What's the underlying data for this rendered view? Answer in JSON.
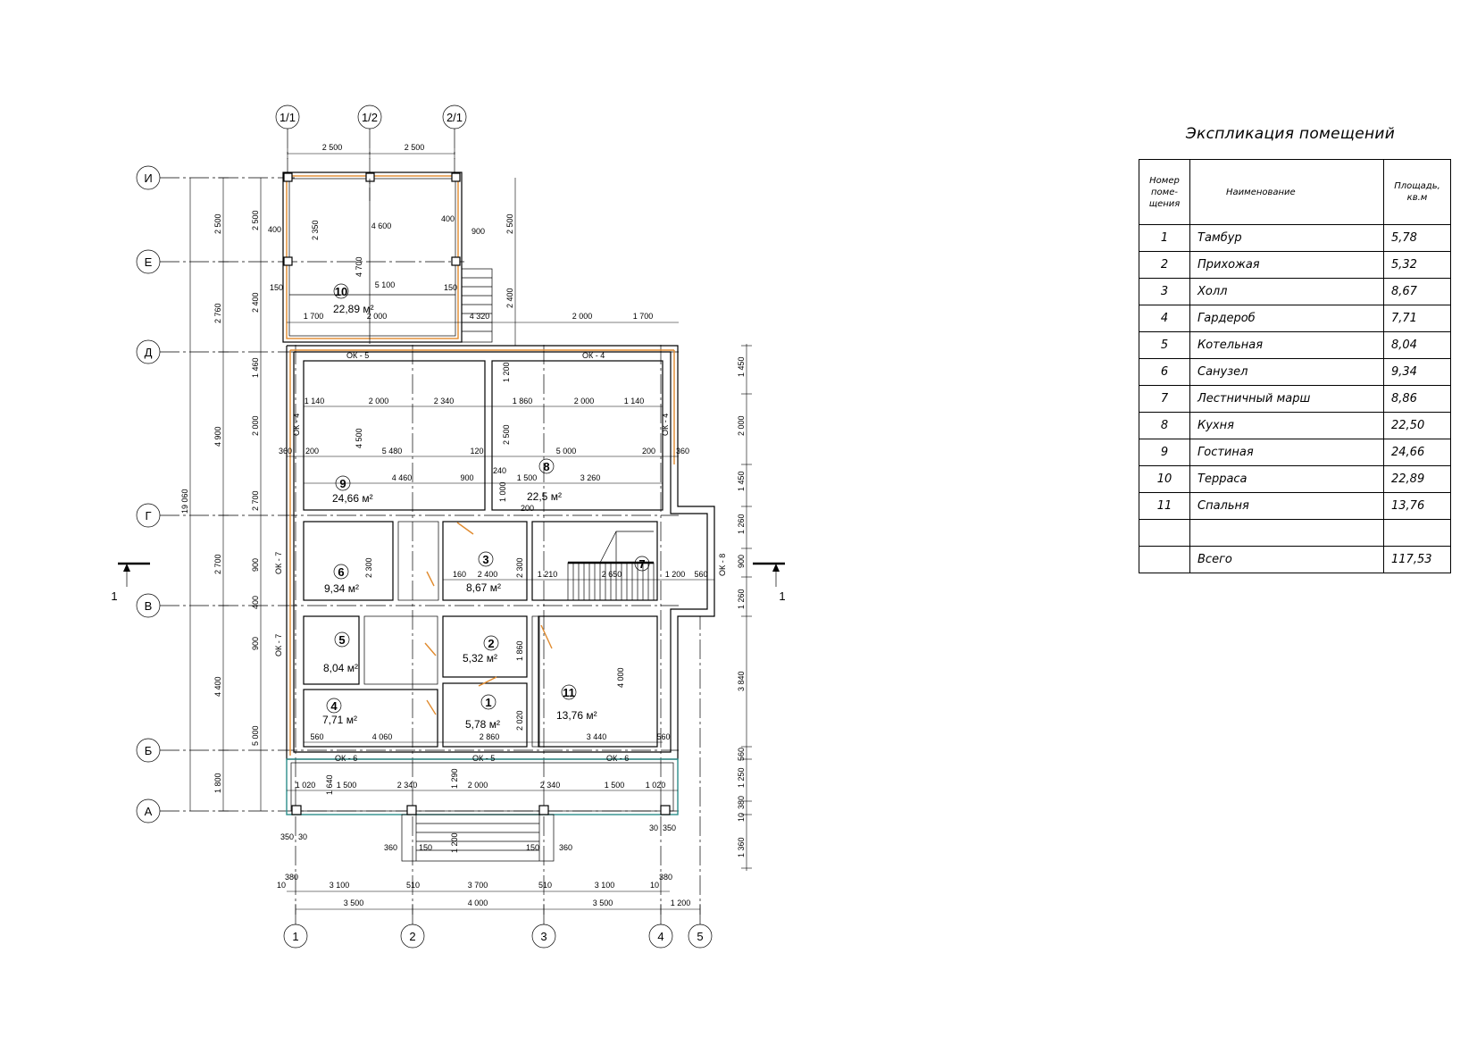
{
  "explication": {
    "title": "Экспликация помещений",
    "headers": {
      "number": "Номер поме-щения",
      "name": "Наименование",
      "area": "Площадь, кв.м"
    },
    "rooms": [
      {
        "num": "1",
        "name": "Тамбур",
        "area": "5,78"
      },
      {
        "num": "2",
        "name": "Прихожая",
        "area": "5,32"
      },
      {
        "num": "3",
        "name": "Холл",
        "area": "8,67"
      },
      {
        "num": "4",
        "name": "Гардероб",
        "area": "7,71"
      },
      {
        "num": "5",
        "name": "Котельная",
        "area": "8,04"
      },
      {
        "num": "6",
        "name": "Санузел",
        "area": "9,34"
      },
      {
        "num": "7",
        "name": "Лестничный марш",
        "area": "8,86"
      },
      {
        "num": "8",
        "name": "Кухня",
        "area": "22,50"
      },
      {
        "num": "9",
        "name": "Гостиная",
        "area": "24,66"
      },
      {
        "num": "10",
        "name": "Терраса",
        "area": "22,89"
      },
      {
        "num": "11",
        "name": "Спальня",
        "area": "13,76"
      }
    ],
    "total_label": "Всего",
    "total_area": "117,53"
  },
  "plan": {
    "top_axes": [
      "1/1",
      "1/2",
      "2/1"
    ],
    "bottom_axes": [
      "1",
      "2",
      "3",
      "4",
      "5"
    ],
    "left_axes": [
      "И",
      "Е",
      "Д",
      "Г",
      "В",
      "Б",
      "А"
    ],
    "section_mark": "1",
    "overall_height": "19 060",
    "rooms": {
      "r1": {
        "num": "1",
        "area": "5,78 м²"
      },
      "r2": {
        "num": "2",
        "area": "5,32 м²"
      },
      "r3": {
        "num": "3",
        "area": "8,67 м²"
      },
      "r4": {
        "num": "4",
        "area": "7,71 м²"
      },
      "r5": {
        "num": "5",
        "area": "8,04 м²"
      },
      "r6": {
        "num": "6",
        "area": "9,34 м²"
      },
      "r7": {
        "num": "7",
        "area": ""
      },
      "r8": {
        "num": "8",
        "area": "22,5 м²"
      },
      "r9": {
        "num": "9",
        "area": "24,66 м²"
      },
      "r10": {
        "num": "10",
        "area": "22,89 м²"
      },
      "r11": {
        "num": "11",
        "area": "13,76 м²"
      }
    },
    "dims": {
      "top_2500a": "2 500",
      "top_2500b": "2 500",
      "bot_3500": "3 500",
      "bot_4000": "4 000",
      "bot_3500b": "3 500",
      "bot_1200": "1 200",
      "bot_3100": "3 100",
      "bot_3700": "3 700",
      "bot_3100b": "3 100",
      "ch_1020": "1 020",
      "ch_1500": "1 500",
      "ch_2340": "2 340",
      "ch_2000": "2 000",
      "ch_2340b": "2 340",
      "ch_1500b": "1 500",
      "ch_1020b": "1 020",
      "l_2500": "2 500",
      "l_2760": "2 760",
      "l_4900": "4 900",
      "l_2700": "2 700",
      "l_4400": "4 400",
      "l_1800": "1 800",
      "l2_2500": "2 500",
      "l2_2400": "2 400",
      "l2_1460": "1 460",
      "l2_2000": "2 000",
      "l2_2700": "2 700",
      "l2_900": "900",
      "l2_400": "400",
      "l2_900b": "900",
      "l2_5000": "5 000",
      "r_2500": "2 500",
      "r_2400": "2 400",
      "rr_1450": "1 450",
      "rr_2000": "2 000",
      "rr_1450b": "1 450",
      "rr_1260": "1 260",
      "rr_900": "900",
      "rr_1260b": "1 260",
      "rr_3840": "3 840",
      "rr_560": "560",
      "rr_1250": "1 250",
      "rr_380": "380",
      "rr_10": "10",
      "rr_1360": "1 360",
      "in_4600": "4 600",
      "in_5100": "5 100",
      "in_1700": "1 700",
      "in_2000": "2 000",
      "in_4320": "4 320",
      "in_2000b": "2 000",
      "in_1700b": "1 700",
      "in_1140": "1 140",
      "in_2000c": "2 000",
      "in_2340": "2 340",
      "in_1860": "1 860",
      "in_2000d": "2 000",
      "in_1140b": "1 140",
      "in_5480": "5 480",
      "in_120": "120",
      "in_5000": "5 000",
      "in_4460": "4 460",
      "in_900": "900",
      "in_1500": "1 500",
      "in_3260": "3 260",
      "in_2400": "2 400",
      "in_1210": "1 210",
      "in_2650": "2 650",
      "in_1200": "1 200",
      "in_560": "560",
      "in_2860": "2 860",
      "in_4060": "4 060",
      "in_3440": "3 440",
      "in_560b": "560",
      "in_560c": "560",
      "in_400a": "400",
      "in_400b": "400",
      "in_900c": "900",
      "in_150a": "150",
      "in_150b": "150",
      "v_1200": "1 200",
      "v_2500": "2 500",
      "v_1000": "1 000",
      "v_4500": "4 500",
      "v_4700": "4 700",
      "v_2350": "2 350",
      "v_2300": "2 300",
      "v_2300b": "2 300",
      "v_1860": "1 860",
      "v_2020": "2 020",
      "v_4000": "4 000",
      "v_1290": "1 290",
      "v_1640": "1 640",
      "v_1200b": "1 200",
      "small_360a": "360",
      "small_360b": "360",
      "small_200a": "200",
      "small_200b": "200",
      "small_240": "240",
      "small_160": "160",
      "s_350a": "350",
      "s_30a": "30",
      "s_350b": "350",
      "s_30b": "30",
      "s_360c": "360",
      "s_150c": "150",
      "s_150d": "150",
      "s_360d": "360",
      "s_380a": "380",
      "s_10a": "10",
      "s_510a": "510",
      "s_510b": "510",
      "s_10b": "10",
      "s_380b": "380"
    },
    "windows": {
      "ok5a": "ОК - 5",
      "ok4a": "ОК - 4",
      "ok4b": "ОК - 4",
      "ok4c": "ОК - 4",
      "ok7a": "ОК - 7",
      "ok7b": "ОК - 7",
      "ok8": "ОК - 8",
      "ok6a": "ОК - 6",
      "ok5b": "ОК - 5",
      "ok6b": "ОК - 6"
    }
  }
}
